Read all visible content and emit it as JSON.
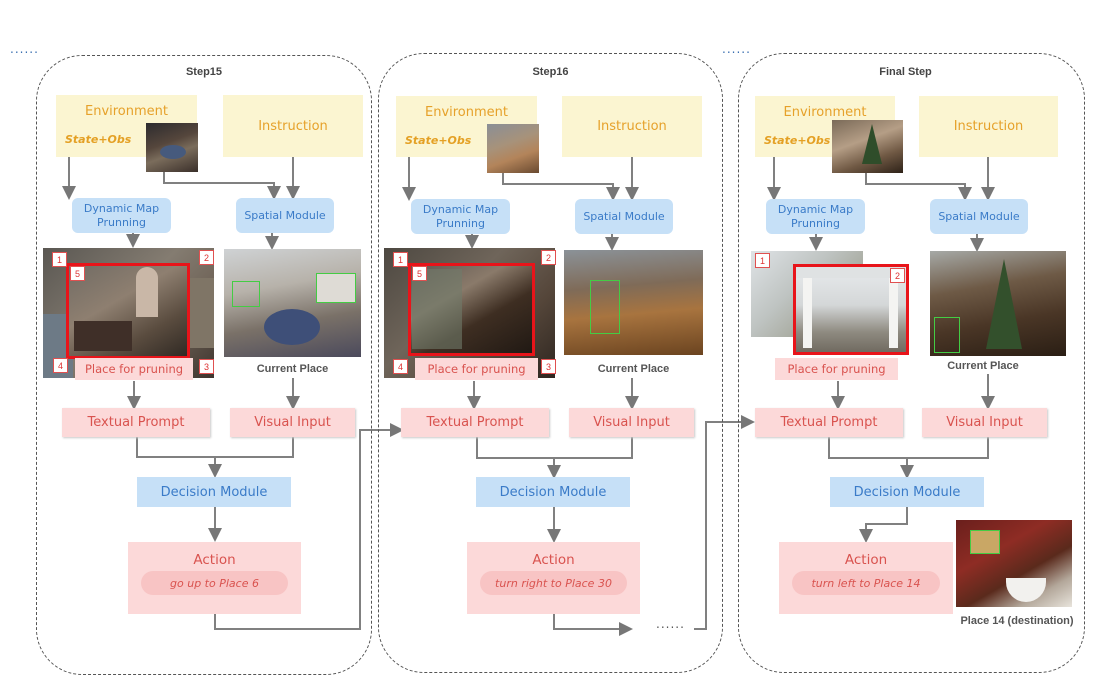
{
  "colors": {
    "env_bg": "#fbf5d1",
    "env_text": "#e6a12a",
    "blue_bg": "#c6e0f7",
    "blue_text": "#3a7bc8",
    "pink_bg": "#fcd9d9",
    "pink_text": "#d9534f",
    "highlight": "#e8141a"
  },
  "leading_dots": "......",
  "mid_dots": "......",
  "trailing_dots": "......",
  "steps": [
    {
      "title": "Step15",
      "environment": "Environment",
      "state_obs": "State+Obs",
      "instruction": "Instruction",
      "dynamic_map": "Dynamic Map Prunning",
      "spatial": "Spatial Module",
      "badges": [
        "1",
        "2",
        "5",
        "4",
        "3"
      ],
      "prune_label": "Place for pruning",
      "current_place": "Current Place",
      "textual_prompt": "Textual Prompt",
      "visual_input": "Visual Input",
      "decision": "Decision Module",
      "action_title": "Action",
      "action_text": "go up to Place 6"
    },
    {
      "title": "Step16",
      "environment": "Environment",
      "state_obs": "State+Obs",
      "instruction": "Instruction",
      "dynamic_map": "Dynamic Map Prunning",
      "spatial": "Spatial Module",
      "badges": [
        "1",
        "2",
        "5",
        "4",
        "3"
      ],
      "prune_label": "Place for pruning",
      "current_place": "Current Place",
      "textual_prompt": "Textual Prompt",
      "visual_input": "Visual Input",
      "decision": "Decision Module",
      "action_title": "Action",
      "action_text": "turn right to Place 30"
    },
    {
      "title": "Final Step",
      "environment": "Environment",
      "state_obs": "State+Obs",
      "instruction": "Instruction",
      "dynamic_map": "Dynamic Map Prunning",
      "spatial": "Spatial Module",
      "badges": [
        "1",
        "2"
      ],
      "prune_label": "Place for pruning",
      "current_place": "Current Place",
      "textual_prompt": "Textual Prompt",
      "visual_input": "Visual Input",
      "decision": "Decision Module",
      "action_title": "Action",
      "action_text": "turn left to Place 14",
      "destination_caption": "Place 14 (destination)"
    }
  ]
}
